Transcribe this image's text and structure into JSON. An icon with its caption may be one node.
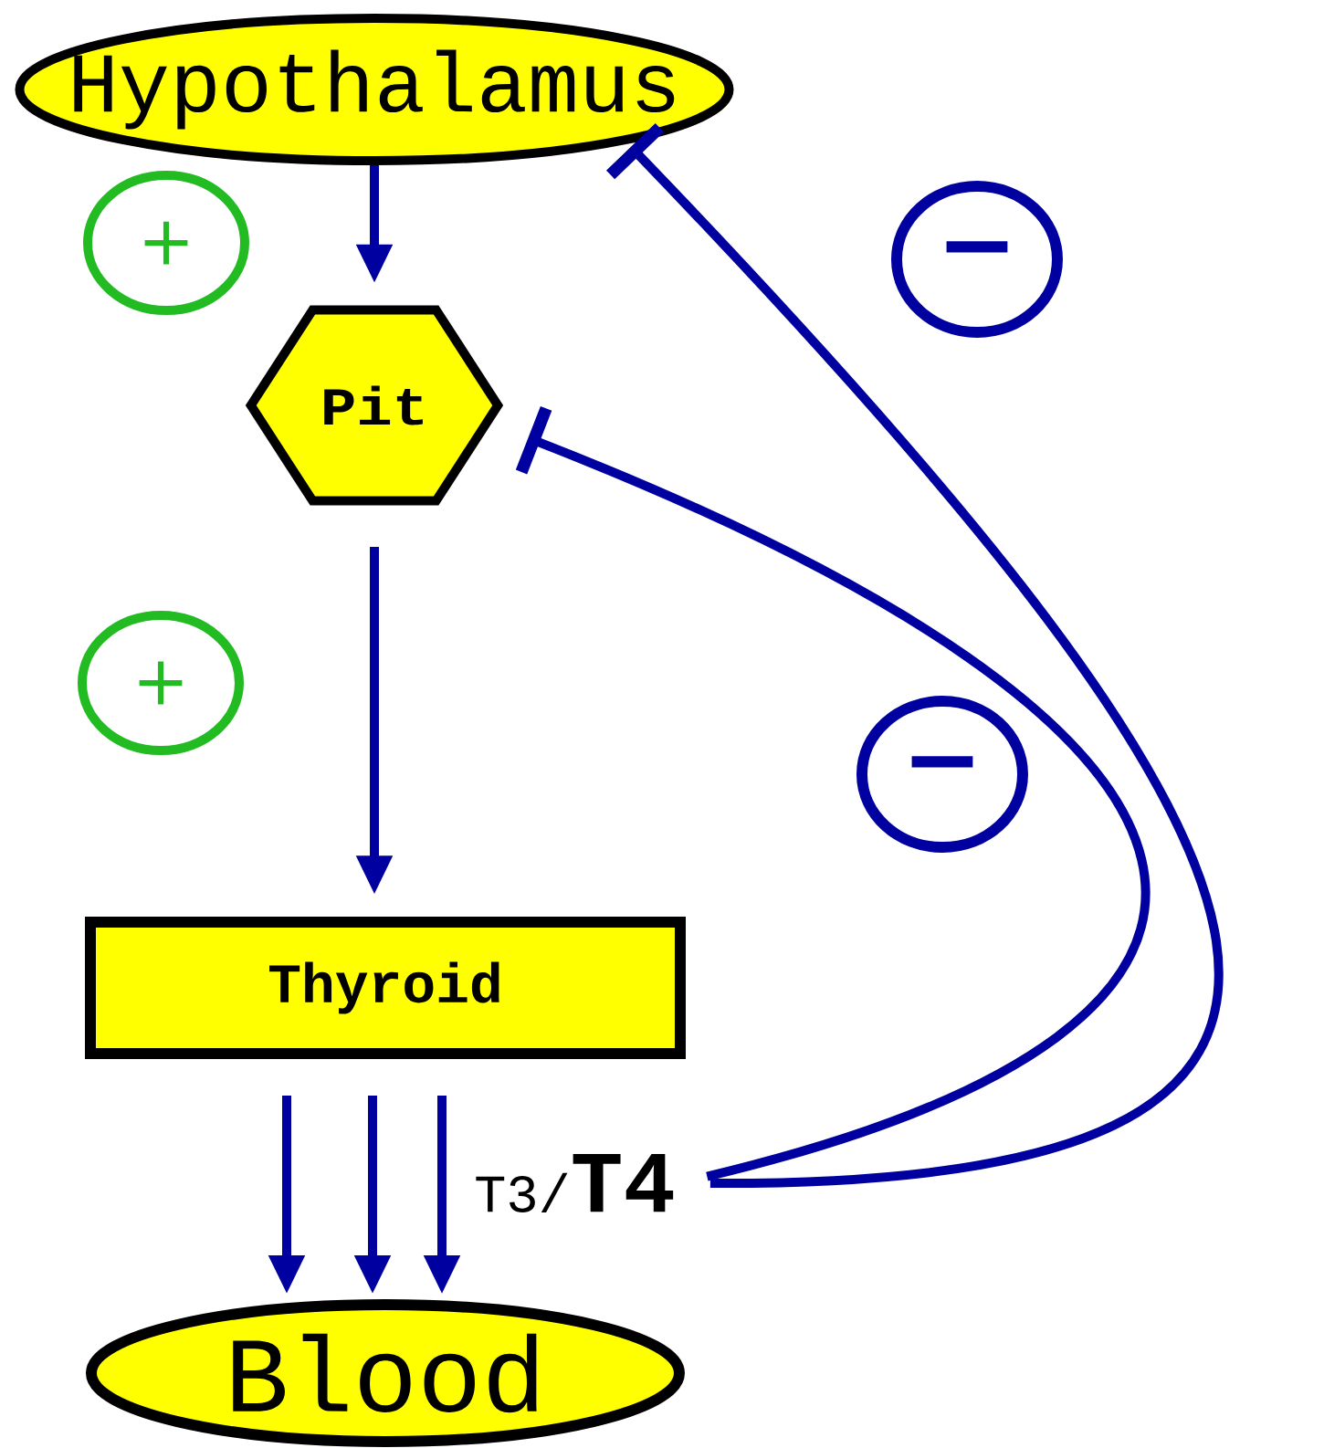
{
  "diagram": {
    "nodes": [
      {
        "text": [
          "Hypothalamus"
        ]
      },
      {
        "text": [
          "Pit"
        ]
      },
      {
        "text": [
          "Thyroid"
        ]
      },
      {
        "text": [
          "Blood"
        ]
      },
      {
        "text": [
          "T3/",
          "T4"
        ]
      },
      {
        "text": [
          "+"
        ]
      },
      {
        "text": [
          "+"
        ]
      },
      {
        "text": [
          "−"
        ]
      },
      {
        "text": [
          "−"
        ]
      }
    ],
    "edges": [
      {
        "from": 0,
        "to": 1,
        "arrow": "to"
      },
      {
        "from": 1,
        "to": 2,
        "arrow": "to"
      },
      {
        "from": 2,
        "to": 3,
        "arrow": "to"
      },
      {
        "from": 2,
        "to": 3,
        "arrow": "to"
      },
      {
        "from": 2,
        "to": 3,
        "arrow": "to"
      },
      {
        "from": 4,
        "to": 1,
        "arrow": "other"
      },
      {
        "from": 4,
        "to": 0,
        "arrow": "other"
      }
    ]
  }
}
